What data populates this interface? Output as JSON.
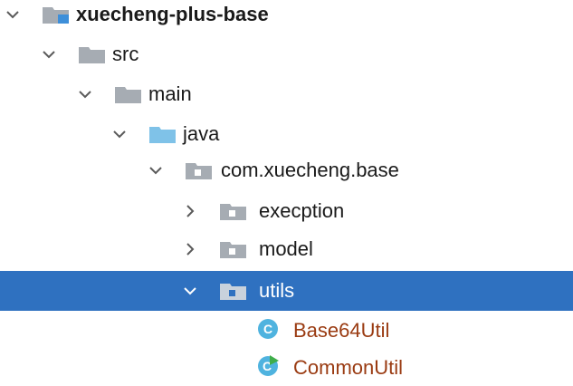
{
  "project_tree": {
    "root": {
      "label": "xuecheng-plus-base",
      "expanded": true,
      "icon": "module-folder-icon"
    },
    "items": [
      {
        "label": "src",
        "expanded": true,
        "icon": "folder-icon"
      },
      {
        "label": "main",
        "expanded": true,
        "icon": "folder-icon"
      },
      {
        "label": "java",
        "expanded": true,
        "icon": "source-root-folder-icon"
      },
      {
        "label": "com.xuecheng.base",
        "expanded": true,
        "icon": "package-icon"
      },
      {
        "label": "execption",
        "expanded": false,
        "icon": "package-icon"
      },
      {
        "label": "model",
        "expanded": false,
        "icon": "package-icon"
      },
      {
        "label": "utils",
        "expanded": true,
        "selected": true,
        "icon": "package-icon"
      },
      {
        "label": "Base64Util",
        "icon": "java-class-icon"
      },
      {
        "label": "CommonUtil",
        "icon": "java-class-runnable-icon"
      }
    ]
  },
  "colors": {
    "selection": "#2f71c0",
    "class_label": "#9a3b12",
    "folder": "#a6acb3",
    "source_folder": "#7fc2e8",
    "module_badge": "#3e8fd9",
    "class_badge": "#4fb3df",
    "run_badge": "#3fae4b"
  }
}
